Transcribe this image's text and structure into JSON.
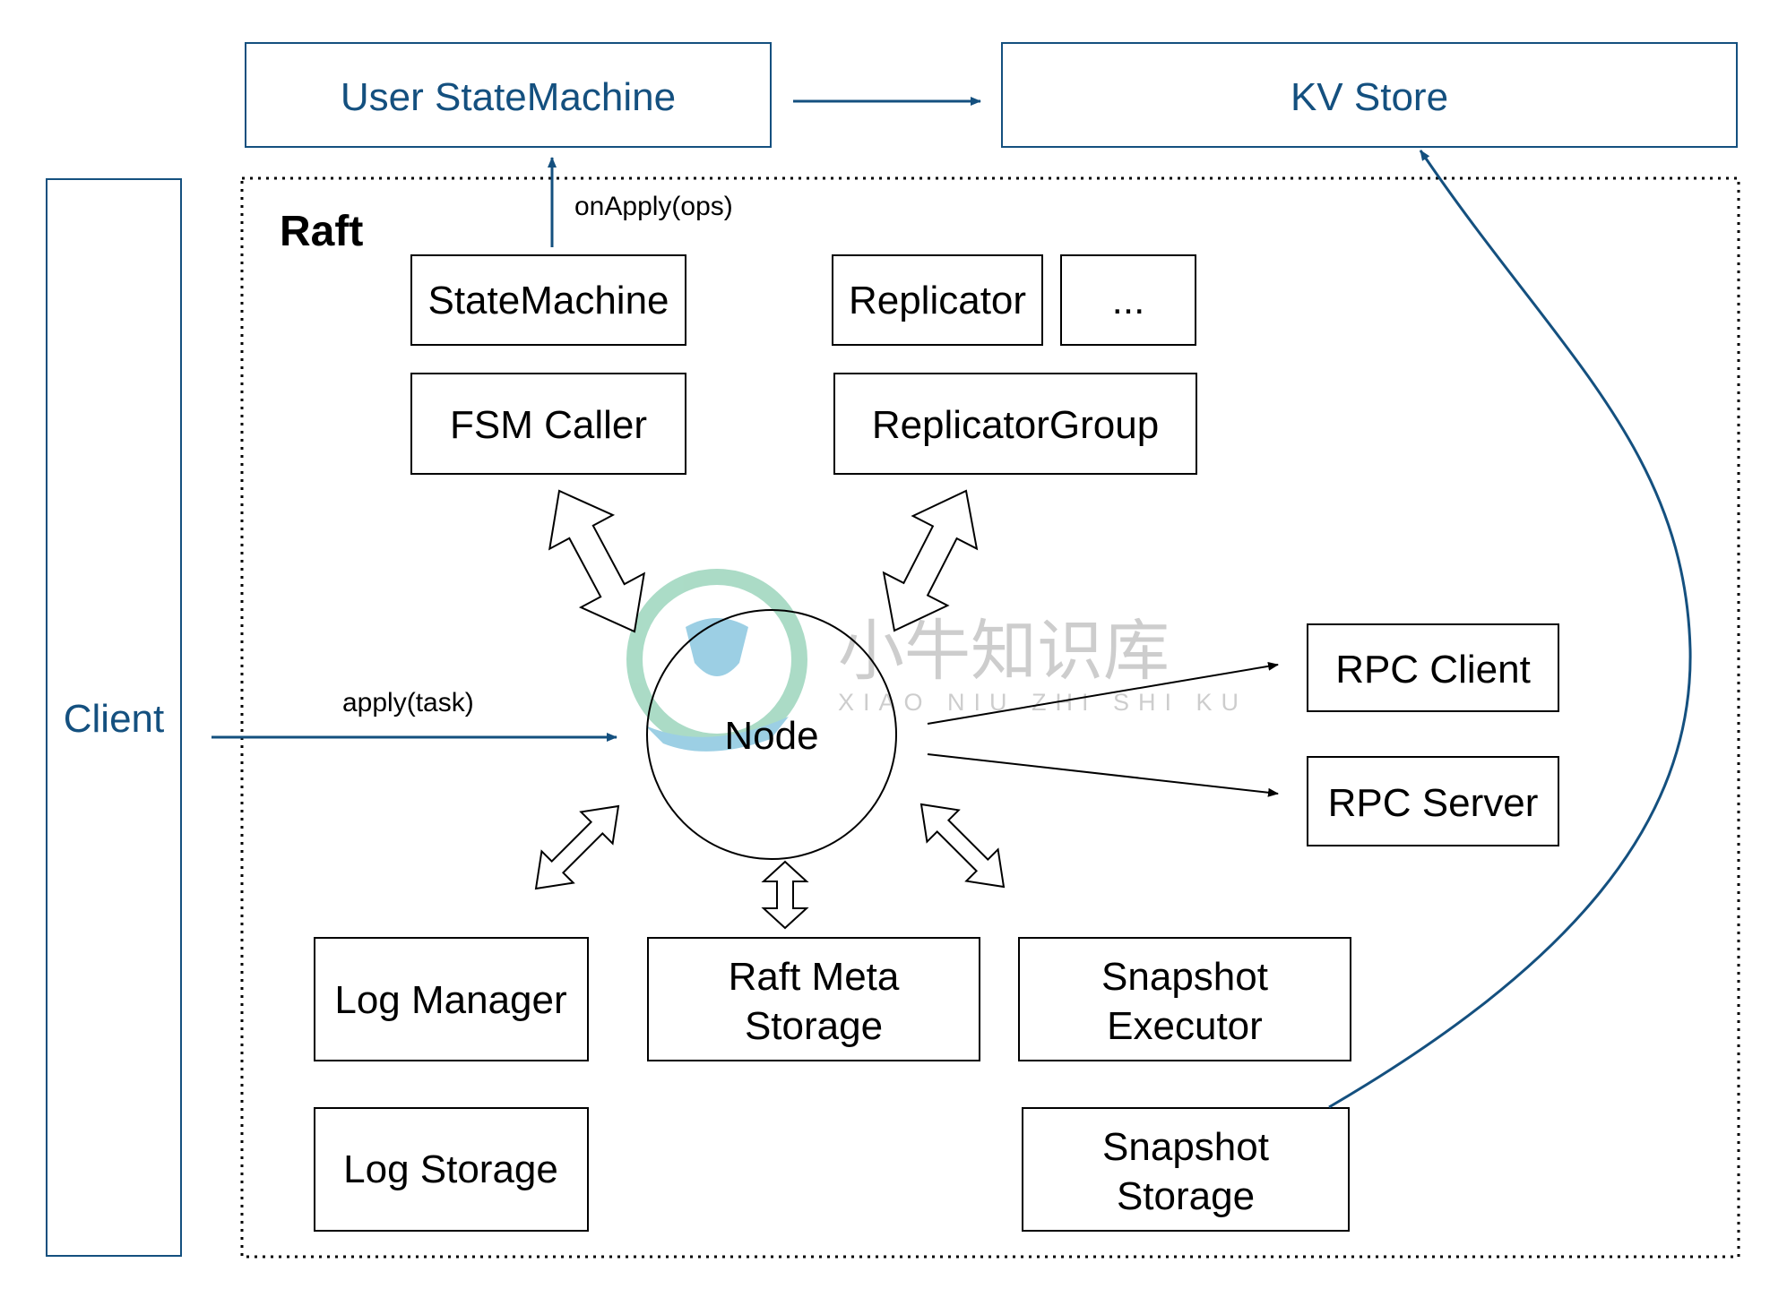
{
  "colors": {
    "accent": "#14507f",
    "line": "#000000",
    "watermark": "#bdbdbd"
  },
  "top": {
    "user_statemachine": "User StateMachine",
    "kv_store": "KV Store"
  },
  "client": {
    "label": "Client"
  },
  "raft": {
    "title": "Raft",
    "state_machine": "StateMachine",
    "fsm_caller": "FSM Caller",
    "replicator": "Replicator",
    "ellipsis": "...",
    "replicator_group": "ReplicatorGroup",
    "node": "Node",
    "rpc_client": "RPC Client",
    "rpc_server": "RPC Server",
    "log_manager": "Log Manager",
    "raft_meta_storage": [
      "Raft Meta",
      "Storage"
    ],
    "snapshot_executor": [
      "Snapshot",
      "Executor"
    ],
    "log_storage": "Log Storage",
    "snapshot_storage": [
      "Snapshot",
      "Storage"
    ]
  },
  "edges": {
    "on_apply": "onApply(ops)",
    "apply_task": "apply(task)"
  },
  "watermark": {
    "text": "小牛知识库",
    "sub": "XIAO NIU ZHI SHI KU"
  }
}
